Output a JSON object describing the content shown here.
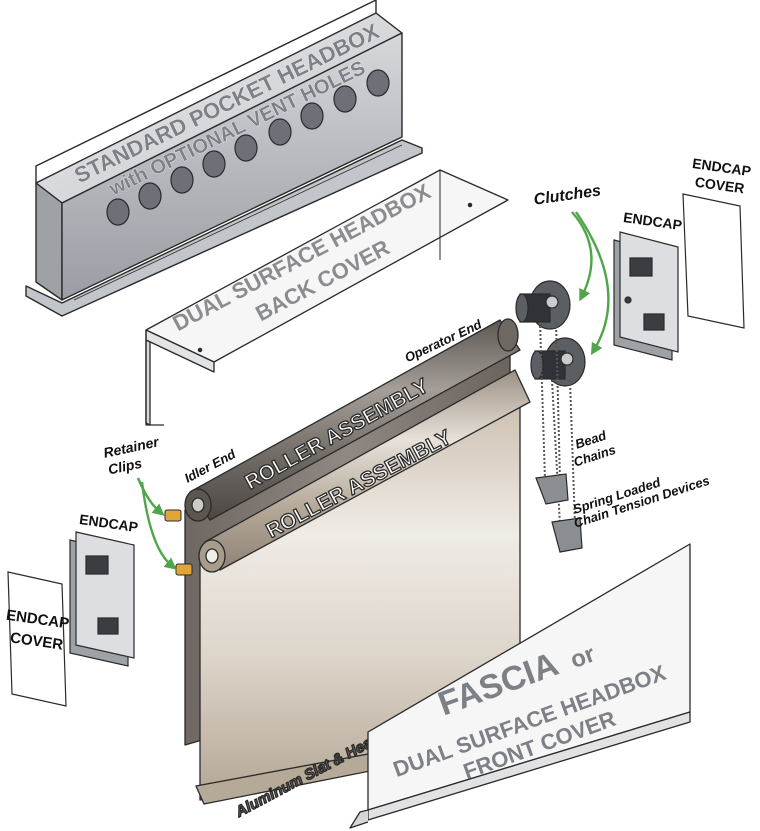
{
  "parts": {
    "headbox": {
      "line1": "STANDARD POCKET HEADBOX",
      "line2": "with OPTIONAL VENT HOLES"
    },
    "back_cover": {
      "line1": "DUAL SURFACE HEADBOX",
      "line2": "BACK COVER"
    },
    "roller_rear": {
      "label": "ROLLER ASSEMBLY"
    },
    "roller_front": {
      "label": "ROLLER ASSEMBLY"
    },
    "hem": {
      "label": "Aluminum Slat & Heat-Seamed Hem"
    },
    "fascia": {
      "line1": "FASCIA",
      "line1_suffix": "or",
      "line2": "DUAL SURFACE HEADBOX",
      "line3": "FRONT COVER"
    },
    "endcap_right": {
      "label": "ENDCAP"
    },
    "endcap_cover_right": {
      "line1": "ENDCAP",
      "line2": "COVER"
    },
    "endcap_left": {
      "label": "ENDCAP"
    },
    "endcap_cover_left": {
      "line1": "ENDCAP",
      "line2": "COVER"
    }
  },
  "callouts": {
    "clutches": "Clutches",
    "operator_end": "Operator End",
    "idler_end": "Idler End",
    "retainer_clips": {
      "line1": "Retainer",
      "line2": "Clips"
    },
    "bead_chains": {
      "line1": "Bead",
      "line2": "Chains"
    },
    "tension_devices": {
      "line1": "Spring Loaded",
      "line2": "Chain Tension Devices"
    }
  },
  "colors": {
    "outline": "#2a2a2a",
    "headbox_gray": "#b9bcc1",
    "roller_dark": "#7d7671",
    "fabric": "#c9bfb2",
    "arrow_green": "#4fa64a",
    "clip_gold": "#e0a63a"
  }
}
